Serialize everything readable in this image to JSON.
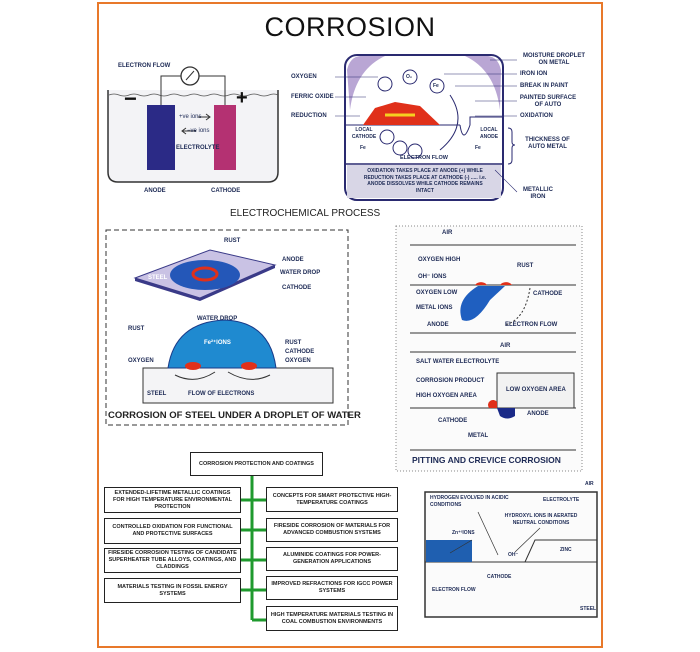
{
  "title": "CORROSION",
  "electrochemical": {
    "caption": "ELECTROCHEMICAL PROCESS",
    "cell": {
      "electron_flow": "ELECTRON FLOW",
      "minus": "−",
      "plus": "+",
      "pos_ions": "+ve ions",
      "neg_ions": "−ve ions",
      "electrolyte": "ELECTROLYTE",
      "anode": "ANODE",
      "cathode": "CATHODE"
    },
    "auto": {
      "oxygen": "OXYGEN",
      "ferric_oxide": "FERRIC OXIDE",
      "reduction": "REDUCTION",
      "moisture_droplet": "MOISTURE DROPLET ON METAL",
      "iron_ion": "IRON ION",
      "break_in_paint": "BREAK IN PAINT",
      "painted_surface": "PAINTED SURFACE OF AUTO",
      "oxidation": "OXIDATION",
      "thickness": "THICKNESS OF AUTO METAL",
      "metallic_iron": "METALLIC IRON",
      "local_cathode": "LOCAL CATHODE",
      "local_anode": "LOCAL ANODE",
      "electron_flow": "ELECTRON FLOW",
      "o2": "O₂",
      "fe": "Fe",
      "note": "OXIDATION TAKES PLACE AT ANODE (+) WHILE REDUCTION TAKES PLACE AT CATHODE (-) ..... i.e. ANODE DISSOLVES WHILE CATHODE REMAINS INTACT"
    }
  },
  "droplet": {
    "caption": "CORROSION OF STEEL UNDER A DROPLET OF WATER",
    "rust": "RUST",
    "anode": "ANODE",
    "water_drop": "WATER DROP",
    "cathode": "CATHODE",
    "steel": "STEEL",
    "oxygen": "OXYGEN",
    "fe_ions": "Fe²⁺IONS",
    "flow": "FLOW OF ELECTRONS"
  },
  "pitting": {
    "caption": "PITTING AND CREVICE CORROSION",
    "air": "AIR",
    "oxygen_high": "OXYGEN HIGH",
    "oh_ions": "OH⁻ IONS",
    "rust": "RUST",
    "oxygen_low": "OXYGEN LOW",
    "cathode": "CATHODE",
    "metal_ions": "METAL IONS",
    "anode": "ANODE",
    "electron_flow": "ELECTRON FLOW",
    "salt_water": "SALT WATER ELECTROLYTE",
    "corrosion_product": "CORROSION PRODUCT",
    "high_oxygen": "HIGH OXYGEN AREA",
    "low_oxygen": "LOW OXYGEN AREA",
    "metal": "METAL"
  },
  "protection": {
    "root": "CORROSION PROTECTION AND COATINGS",
    "left": [
      "EXTENDED-LIFETIME METALLIC COATINGS FOR HIGH TEMPERATURE ENVIRONMENTAL PROTECTION",
      "CONTROLLED OXIDATION FOR FUNCTIONAL AND PROTECTIVE SURFACES",
      "FIRESIDE CORROSION TESTING OF CANDIDATE SUPERHEATER TUBE ALLOYS, COATINGS, AND CLADDINGS",
      "MATERIALS TESTING IN FOSSIL ENERGY SYSTEMS"
    ],
    "right": [
      "CONCEPTS FOR SMART PROTECTIVE HIGH-TEMPERATURE COATINGS",
      "FIRESIDE CORROSION OF MATERIALS FOR ADVANCED COMBUSTION SYSTEMS",
      "ALUMINIDE COATINGS FOR POWER-GENERATION APPLICATIONS",
      "IMPROVED REFRACTIONS FOR IGCC POWER SYSTEMS",
      "HIGH TEMPERATURE MATERIALS TESTING IN COAL COMBUSTION ENVIRONMENTS"
    ],
    "connector_color": "#1f9a2e"
  },
  "zinc": {
    "air": "AIR",
    "hydrogen": "HYDROGEN EVOLVED IN ACIDIC CONDITIONS",
    "electrolyte": "ELECTROLYTE",
    "hydroxyl": "HYDROXYL IONS IN AERATED NEUTRAL CONDITIONS",
    "zn_ions": "Zn⁺²IONS",
    "oh": "OH⁻",
    "zinc": "ZINC",
    "cathode": "CATHODE",
    "electron_flow": "ELECTRON FLOW",
    "steel": "STEEL"
  },
  "colors": {
    "frame": "#e8782a",
    "anode": "#2b2a86",
    "cathode": "#b43172",
    "rust": "#e0301a",
    "water": "#1f6fd0"
  }
}
